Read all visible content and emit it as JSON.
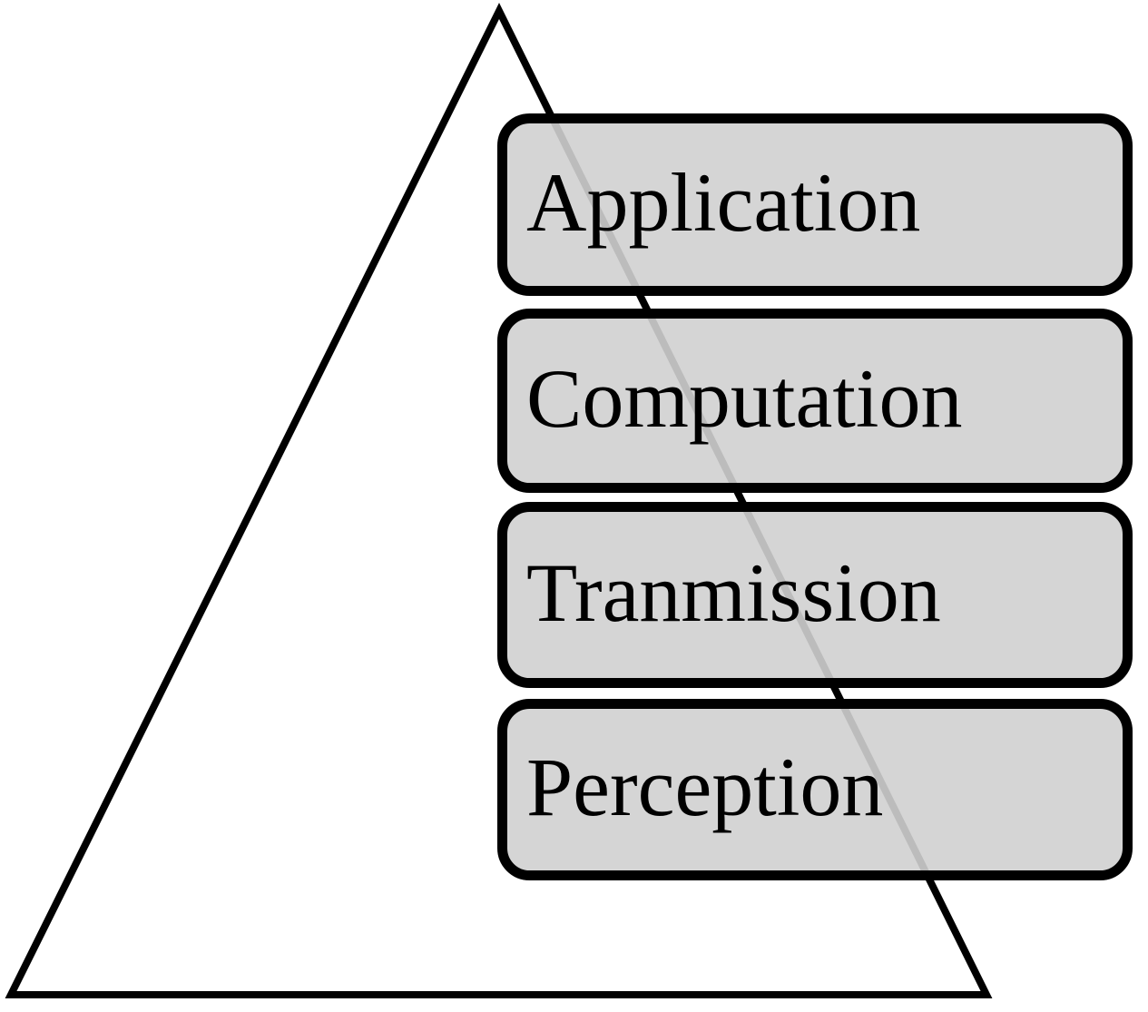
{
  "diagram": {
    "type": "pyramid-layer-diagram",
    "layers": [
      {
        "label": "Application"
      },
      {
        "label": "Computation"
      },
      {
        "label": "Tranmission"
      },
      {
        "label": "Perception"
      }
    ],
    "colors": {
      "box_fill": "#d0d0d0",
      "box_border": "#000000",
      "triangle_stroke": "#000000",
      "text": "#000000",
      "background": "#ffffff"
    }
  }
}
